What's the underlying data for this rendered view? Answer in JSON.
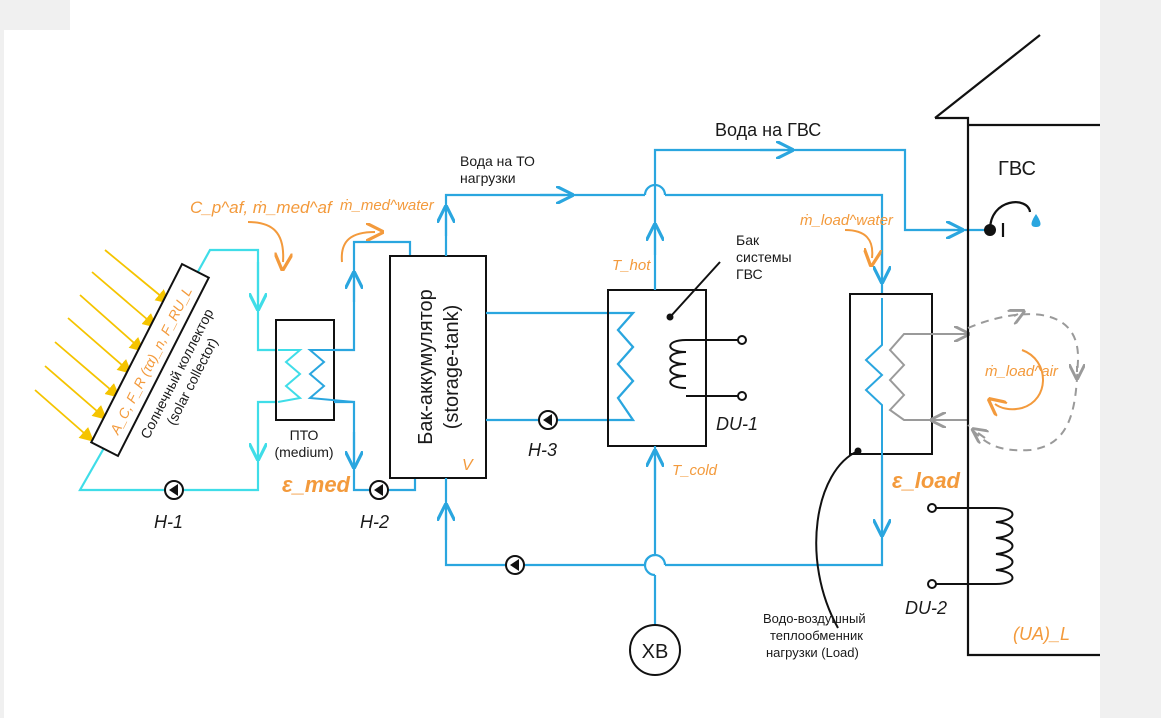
{
  "colors": {
    "pipe": "#2aa6df",
    "collector_loop": "#3fdde8",
    "sun_rays": "#f5c400",
    "annotation": "#f39a3c",
    "air_loop": "#9a9a9a",
    "black": "#111111"
  },
  "labels": {
    "collector": {
      "params": "A_C, F_R (τα)_n, F_RU_L",
      "title": "Солнечный коллектор",
      "subtitle": "(solar collector)"
    },
    "collector_flow": "C_p^af, ṁ_med^af",
    "medium_hx": {
      "name": "ПТО",
      "sub": "(medium)"
    },
    "eps_med": "ε_med",
    "pump_h1": "H-1",
    "pump_h2": "H-2",
    "pump_h3": "H-3",
    "water_med": "ṁ_med^water",
    "tank": {
      "title": "Бак-аккумулятор",
      "subtitle": "(storage-tank)",
      "v": "V"
    },
    "water_to_load_hx": {
      "line1": "Вода на ТО",
      "line2": "нагрузки"
    },
    "water_to_dhw": "Вода на ГВС",
    "dhw_tank": {
      "line1": "Бак",
      "line2": "системы",
      "line3": "ГВС"
    },
    "t_hot": "T_hot",
    "t_cold": "T_cold",
    "du1": "DU-1",
    "du2": "DU-2",
    "water_load": "ṁ_load^water",
    "eps_load": "ε_load",
    "air_load": "ṁ_load^air",
    "dhw": "ГВС",
    "cold_water": "ХВ",
    "load_hx": {
      "line1": "Водо-воздушный",
      "line2": "теплообменник",
      "line3": "нагрузки (Load)"
    },
    "ua_l": "(UA)_L"
  }
}
